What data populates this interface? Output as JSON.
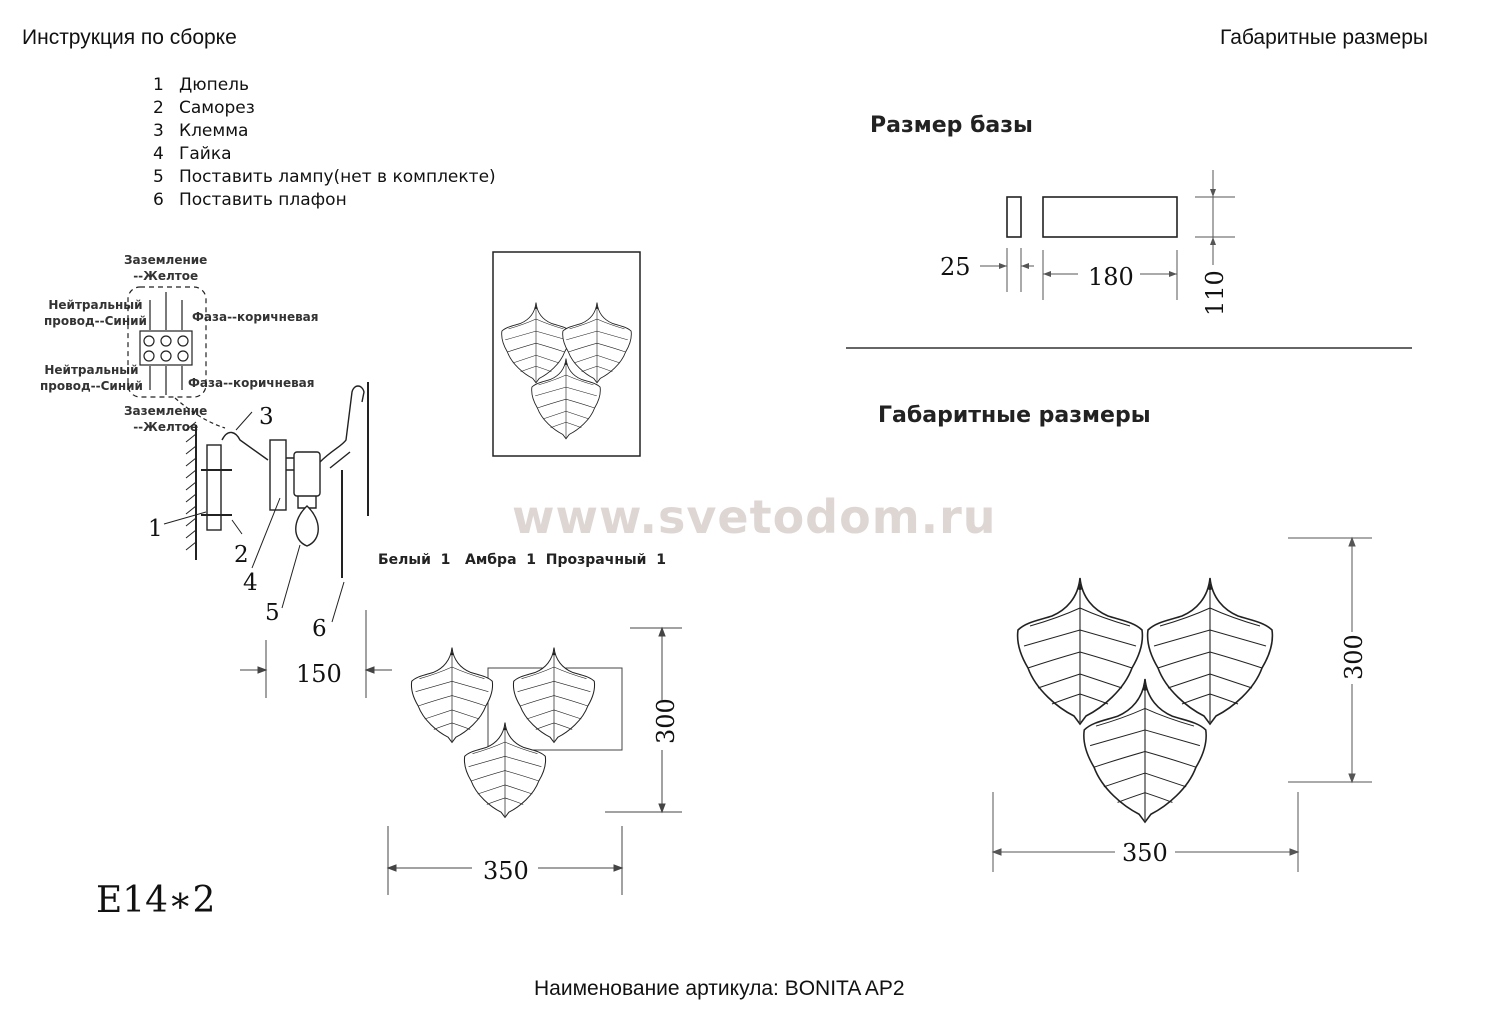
{
  "header": {
    "left_title": "Инструкция по сборке",
    "right_title": "Габаритные размеры"
  },
  "parts": [
    {
      "num": "1",
      "label": "Дюпель"
    },
    {
      "num": "2",
      "label": "Саморез"
    },
    {
      "num": "3",
      "label": "Клемма"
    },
    {
      "num": "4",
      "label": "Гайка"
    },
    {
      "num": "5",
      "label": "Поставить лампу(нет в комплекте)"
    },
    {
      "num": "6",
      "label": "Поставить плафон"
    }
  ],
  "wiring": {
    "ground_top": "Заземление\n--Желтое",
    "neutral_top": "Нейтральный\nпровод--Синий",
    "phase_top": "Фаза--коричневая",
    "neutral_bottom": "Нейтральный\nпровод--Синий",
    "phase_bottom": "Фаза--коричневая",
    "ground_bottom": "Заземление\n--Желтое"
  },
  "part_callouts": [
    "1",
    "2",
    "3",
    "4",
    "5",
    "6"
  ],
  "shade_colors": "Белый  1   Амбра  1  Прозрачный  1",
  "dimensions": {
    "mount_depth": "150",
    "left_height": "300",
    "left_width": "350",
    "base_depth": "25",
    "base_width": "180",
    "base_height": "110",
    "right_height": "300",
    "right_width": "350"
  },
  "sections": {
    "base_size": "Размер базы",
    "overall_size": "Габаритные размеры"
  },
  "watermark": "www.svetodom.ru",
  "lamp_spec": "E14∗2",
  "footer": "Наименование артикула: BONITA AP2"
}
